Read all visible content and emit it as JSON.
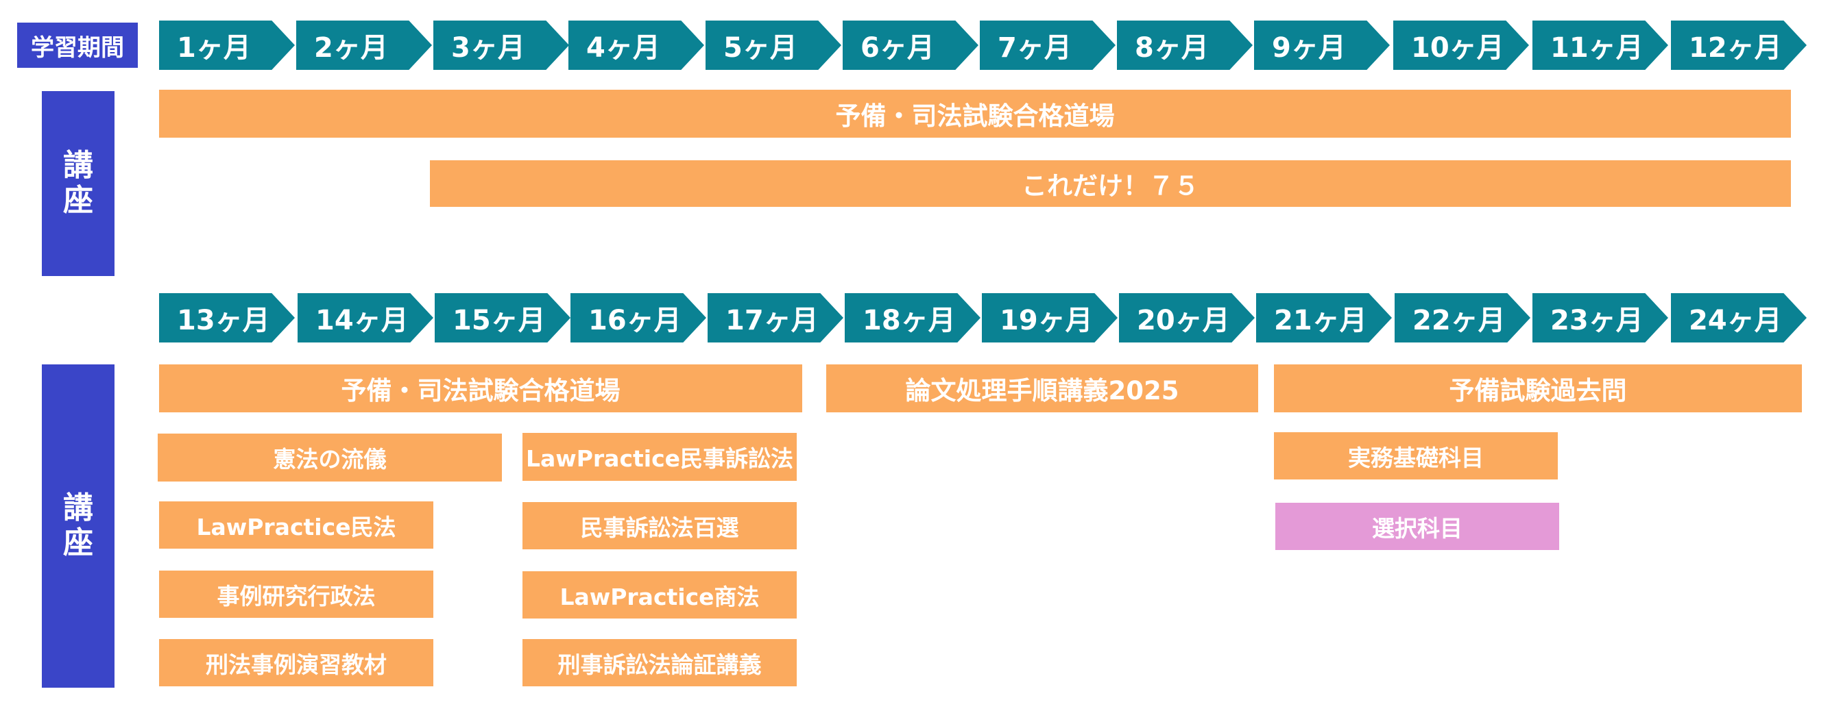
{
  "period_label": "学習期間",
  "course_label_top": "講",
  "course_label_bottom": "座",
  "months_row1": [
    "1ヶ月",
    "2ヶ月",
    "3ヶ月",
    "4ヶ月",
    "5ヶ月",
    "6ヶ月",
    "7ヶ月",
    "8ヶ月",
    "9ヶ月",
    "10ヶ月",
    "11ヶ月",
    "12ヶ月"
  ],
  "months_row2": [
    "13ヶ月",
    "14ヶ月",
    "15ヶ月",
    "16ヶ月",
    "17ヶ月",
    "18ヶ月",
    "19ヶ月",
    "20ヶ月",
    "21ヶ月",
    "22ヶ月",
    "23ヶ月",
    "24ヶ月"
  ],
  "year1_courses": {
    "main": "予備・司法試験合格道場",
    "koredake": "これだけ！７５"
  },
  "year2_courses": {
    "dojo": "予備・司法試験合格道場",
    "ronbun": "論文処理手順講義2025",
    "kakomon": "予備試験過去問",
    "kenpo": "憲法の流儀",
    "lp_minpo": "LawPractice民法",
    "jirei_gyosei": "事例研究行政法",
    "keiho_jirei": "刑法事例演習教材",
    "lp_minso": "LawPractice民事訴訟法",
    "minso_hyakusen": "民事訴訟法百選",
    "lp_shoho": "LawPractice商法",
    "keiso_ronsho": "刑事訴訟法論証講義",
    "jitsumu": "実務基礎科目",
    "sentaku": "選択科目"
  },
  "colors": {
    "label": "#3a45c8",
    "month": "#0a8293",
    "course": "#fbaa5e",
    "elective": "#e49ad7"
  }
}
